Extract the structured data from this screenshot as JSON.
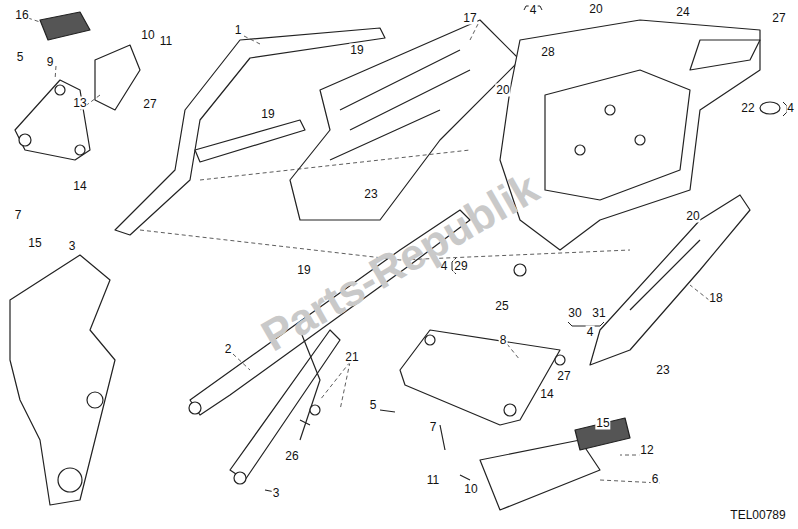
{
  "diagram": {
    "labels": [
      "16",
      "1",
      "10",
      "11",
      "17",
      "4",
      "20",
      "24",
      "27",
      "5",
      "9",
      "13",
      "27",
      "28",
      "19",
      "19",
      "20",
      "22",
      "4",
      "14",
      "7",
      "15",
      "3",
      "23",
      "20",
      "18",
      "4",
      "29",
      "19",
      "30",
      "31",
      "4",
      "25",
      "8",
      "2",
      "21",
      "27",
      "23",
      "14",
      "15",
      "5",
      "7",
      "12",
      "26",
      "11",
      "10",
      "6",
      "3",
      "TEL00789",
      "Parts-Republik"
    ]
  }
}
